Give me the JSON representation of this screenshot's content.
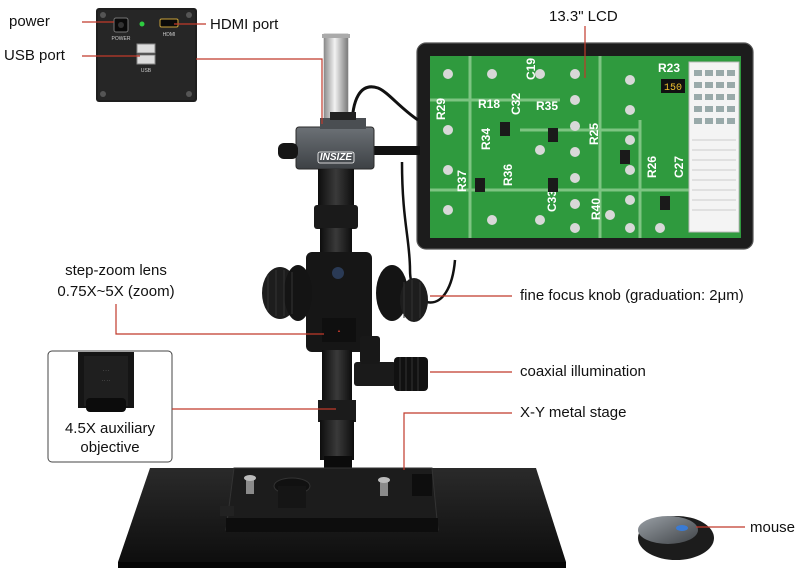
{
  "labels": {
    "power": "power",
    "hdmi_port": "HDMI port",
    "usb_port": "USB port",
    "lcd": "13.3\" LCD",
    "step_zoom_line1": "step-zoom lens",
    "step_zoom_line2": "0.75X~5X (zoom)",
    "fine_focus": "fine focus knob (graduation: 2μm)",
    "coaxial": "coaxial illumination",
    "xy_stage": "X-Y metal stage",
    "aux_line1": "4.5X auxiliary",
    "aux_line2": "objective",
    "mouse": "mouse"
  },
  "screen": {
    "components": [
      "R23",
      "R29",
      "R18",
      "C32",
      "C19",
      "R35",
      "R34",
      "R25",
      "R36",
      "R37",
      "C33",
      "R26",
      "C27",
      "R40"
    ],
    "readout": "150"
  },
  "camera_brand": "INSIZE",
  "panel_text": {
    "power_small": "POWER",
    "hdmi_small": "HDMI",
    "usb_small": "USB"
  },
  "colors": {
    "pcb_green": "#2f9a3e",
    "callout_red": "#c0392b",
    "body_black": "#1b1b1b",
    "stand_black": "#141414"
  }
}
